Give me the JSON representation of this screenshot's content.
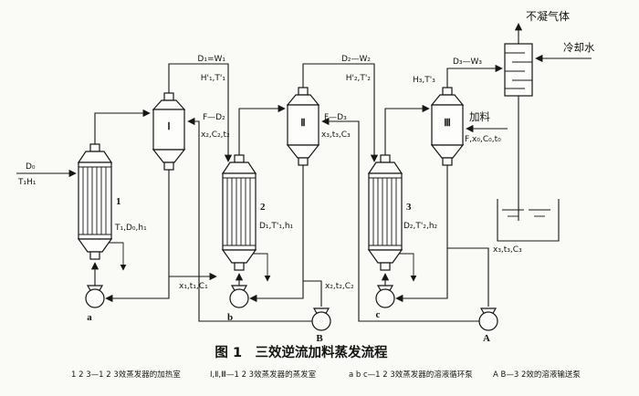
{
  "diagram": {
    "title": "图 1　三效逆流加料蒸发流程",
    "legend": [
      "1 2 3—1 2 3效蒸发器的加热室",
      "Ⅰ,Ⅱ,Ⅲ—1 2 3效蒸发器的蒸发室",
      "a b c—1 2 3效蒸发器的溶液循环泵",
      "A B—3 2效的溶液输送泵"
    ],
    "vessels": {
      "heater1": "1",
      "heater2": "2",
      "heater3": "3",
      "sep1": "Ⅰ",
      "sep2": "Ⅱ",
      "sep3": "Ⅲ"
    },
    "pumps": {
      "a": "a",
      "b": "b",
      "B": "B",
      "c": "c",
      "A": "A"
    },
    "streams": {
      "steam_in_top": "D₀",
      "steam_in_bottom": "T₁H₁",
      "vapor1_line1": "D₁=W₁",
      "vapor1_line2": "H'₁,T'₁",
      "vapor2_line1": "D₂—W₂",
      "vapor2_line2": "H'₂,T'₂",
      "vapor3_line1": "D₃—W₃",
      "vapor3_line2": "H₃,T'₃",
      "condensate1": "T₁,D₀,h₁",
      "condensate2": "D₁,T'₁,h₁",
      "condensate3": "D₂,T'₂,h₂",
      "transfer_to_1_line1": "F—D₂",
      "transfer_to_1_line2": "x₂,C₂,t₂",
      "transfer_to_2_line1": "F—D₃",
      "transfer_to_2_line2": "x₃,t₃,C₃",
      "feed_name": "加料",
      "feed_stream": "F,x₀,C₀,t₀",
      "noncondensable": "不凝气体",
      "cooling_water": "冷却水",
      "product1": "x₁,t₁,C₁",
      "stream2": "x₂,t₂,C₂",
      "stream3": "x₃,t₃,C₃"
    }
  }
}
